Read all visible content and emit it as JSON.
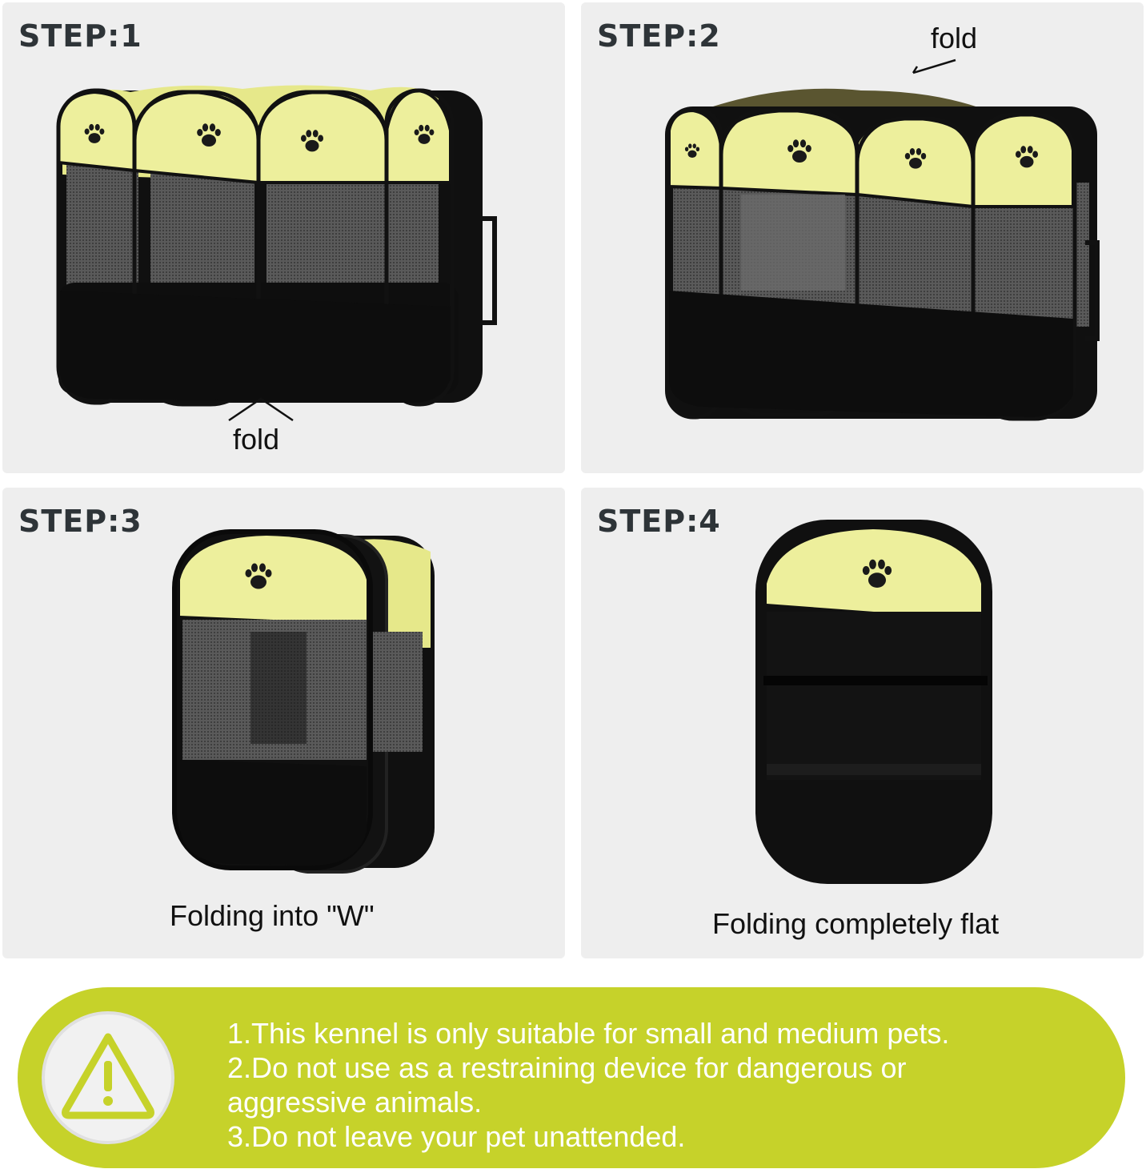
{
  "steps": [
    {
      "title": "STEP:1",
      "fold_label": "fold"
    },
    {
      "title": "STEP:2",
      "fold_label": "fold"
    },
    {
      "title": "STEP:3",
      "caption": "Folding into \"W\""
    },
    {
      "title": "STEP:4",
      "caption": "Folding completely flat"
    }
  ],
  "notice": {
    "icon": "warning-icon",
    "lines": [
      "1.This kennel is only suitable for small and medium pets.",
      "2.Do not use as a restraining device for dangerous or",
      "aggressive animals.",
      "3.Do not leave your pet unattended."
    ]
  },
  "colors": {
    "panel_bg": "#eeeeee",
    "banner": "#c6d22a",
    "fabric_yellow": "#ecee9a",
    "fabric_black": "#121212",
    "mesh": "#565656",
    "title_text": "#2e3438"
  }
}
